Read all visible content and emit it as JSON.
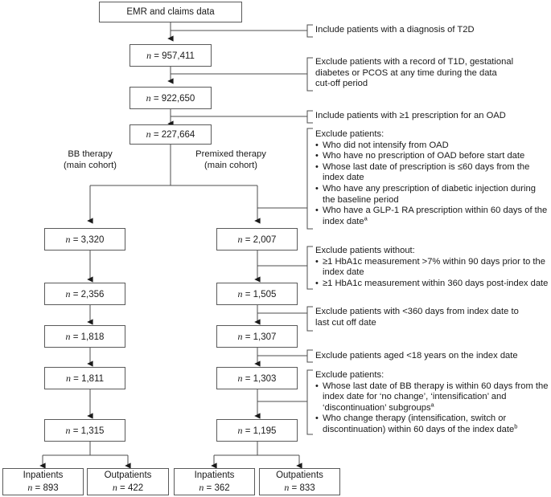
{
  "figure": {
    "type": "patient-attrition-flowchart",
    "source_box": "EMR and claims data",
    "branch_labels": {
      "left": "BB therapy\n(main cohort)",
      "left_line1": "BB therapy",
      "left_line2": "(main cohort)",
      "right_line1": "Premixed therapy",
      "right_line2": "(main cohort)"
    }
  },
  "nodes": {
    "source": "EMR and claims data",
    "n1": "n = 957,411",
    "n2": "n = 922,650",
    "n3": "n = 227,664",
    "left": {
      "l1": "n = 3,320",
      "l2": "n = 2,356",
      "l3": "n = 1,818",
      "l4": "n = 1,811",
      "l5": "n = 1,315",
      "inpatients_label": "Inpatients",
      "inpatients_n": "n = 893",
      "outpatients_label": "Outpatients",
      "outpatients_n": "n = 422"
    },
    "right": {
      "r1": "n = 2,007",
      "r2": "n = 1,505",
      "r3": "n = 1,307",
      "r4": "n = 1,303",
      "r5": "n = 1,195",
      "inpatients_label": "Inpatients",
      "inpatients_n": "n = 362",
      "outpatients_label": "Outpatients",
      "outpatients_n": "n = 833"
    }
  },
  "notes": {
    "note1": "Include patients with a diagnosis of T2D",
    "note2_l1": "Exclude patients with a record of T1D, gestational",
    "note2_l2": "diabetes or PCOS at any time during the data",
    "note2_l3": "cut-off period",
    "note3": "Include patients with ≥1 prescription for an OAD",
    "note4_header": "Exclude patients:",
    "note4_items": [
      "Who did not intensify from OAD",
      "Who have no prescription of OAD before start date",
      "Whose last date of prescription is ≤60 days from the index date",
      "Who have any prescription of diabetic injection during the baseline period",
      "Who have a GLP-1 RA prescription within 60 days of the index date"
    ],
    "note4_item5_sup": "a",
    "note5_header": "Exclude patients without:",
    "note5_items": [
      "≥1 HbA1c measurement >7% within 90 days prior to the index date",
      "≥1 HbA1c measurement within 360 days post-index date"
    ],
    "note6_l1": "Exclude patients with <360 days from index date to",
    "note6_l2": "last cut off date",
    "note7": "Exclude patients aged <18 years on the index date",
    "note8_header": "Exclude patients:",
    "note8_items": [
      "Whose last date of BB therapy is within 60 days from the index date for ‘no change’, ‘intensification’ and ‘discontinuation’ subgroups",
      "Who change therapy (intensification, switch or discontinuation) within 60 days of the index date"
    ],
    "note8_item1_sup": "a",
    "note8_item2_sup": "b"
  },
  "colors": {
    "line": "#4d4d4d",
    "box_border": "#5a5a5a",
    "text": "#1a1a1a",
    "background": "#ffffff"
  }
}
